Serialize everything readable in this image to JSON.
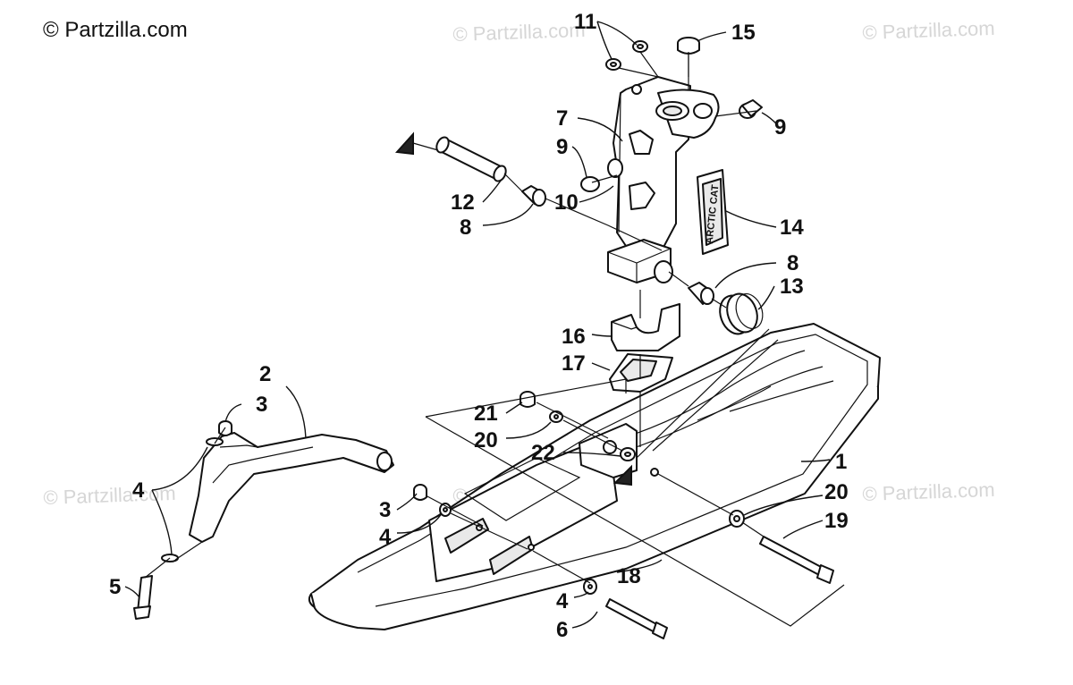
{
  "copyright": "© Partzilla.com",
  "watermarks": [
    "© Partzilla.com",
    "© Partzilla.com",
    "© Partzilla.com",
    "© Partzilla.com",
    "© Partzilla.com"
  ],
  "callouts": {
    "c1": "1",
    "c2": "2",
    "c3a": "3",
    "c3b": "3",
    "c4a": "4",
    "c4b": "4",
    "c4c": "4",
    "c5": "5",
    "c6": "6",
    "c7": "7",
    "c8a": "8",
    "c8b": "8",
    "c9a": "9",
    "c9b": "9",
    "c10": "10",
    "c11": "11",
    "c12": "12",
    "c13": "13",
    "c14": "14",
    "c15": "15",
    "c16": "16",
    "c17": "17",
    "c18": "18",
    "c19": "19",
    "c20a": "20",
    "c20b": "20",
    "c21": "21",
    "c22": "22"
  },
  "logo_text": "ARCTIC CAT",
  "colors": {
    "ink": "#111111",
    "watermark": "#d6d6d6",
    "background": "#ffffff"
  }
}
